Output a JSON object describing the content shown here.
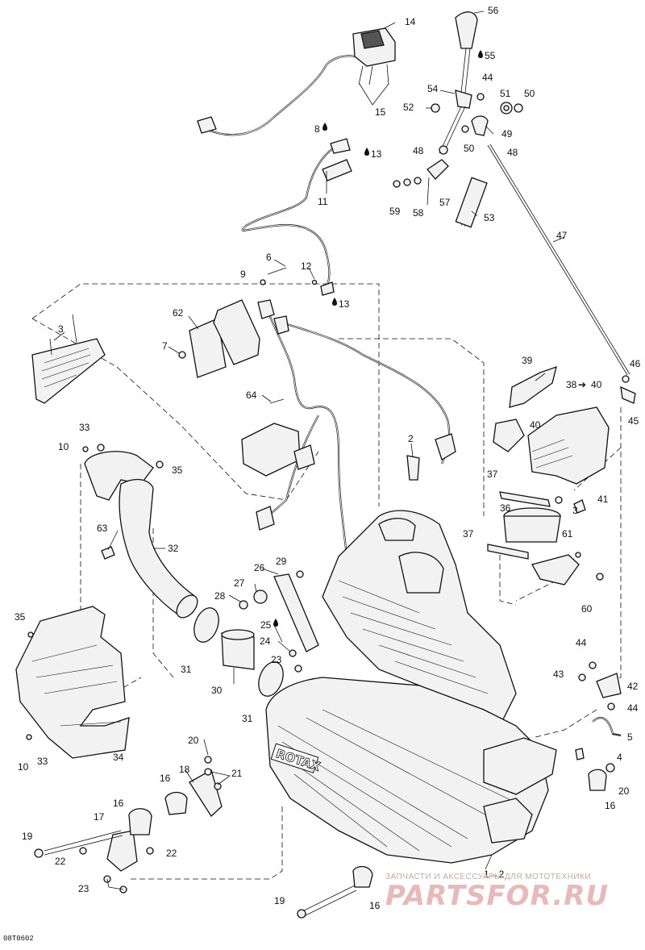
{
  "drawing_code": "08T0602",
  "engine_brand": "ROTAX",
  "callouts": {
    "c56": "56",
    "c55": "55",
    "c14": "14",
    "c15": "15",
    "c54": "54",
    "c44a": "44",
    "c52": "52",
    "c51": "51",
    "c50a": "50",
    "c49": "49",
    "c50b": "50",
    "c48a": "48",
    "c48b": "48",
    "c8": "8",
    "c13a": "13",
    "c11": "11",
    "c59": "59",
    "c58": "58",
    "c57": "57",
    "c53": "53",
    "c47": "47",
    "c6": "6",
    "c9": "9",
    "c12": "12",
    "c13b": "13",
    "c3a": "3",
    "c62": "62",
    "c7": "7",
    "c64": "64",
    "c39": "39",
    "c38": "38",
    "c40a": "40",
    "c46": "46",
    "c45": "45",
    "c40b": "40",
    "c33a": "33",
    "c10a": "10",
    "c35a": "35",
    "c2": "2",
    "c37a": "37",
    "c3b": "3",
    "c41": "41",
    "c36": "36",
    "c63": "63",
    "c32": "32",
    "c37b": "37",
    "c61": "61",
    "c26": "26",
    "c29": "29",
    "c27": "27",
    "c28": "28",
    "c60": "60",
    "c35b": "35",
    "c25": "25",
    "c24": "24",
    "c44b": "44",
    "c43": "43",
    "c42": "42",
    "c31a": "31",
    "c30": "30",
    "c23": "23",
    "c31b": "31",
    "c44c": "44",
    "c5": "5",
    "c20a": "20",
    "c4": "4",
    "c10b": "10",
    "c33b": "33",
    "c34": "34",
    "c18": "18",
    "c21": "21",
    "c16a": "16",
    "c20b": "20",
    "c16b": "16",
    "c16c": "16",
    "c17": "17",
    "c19a": "19",
    "c22a": "22",
    "c22b": "22",
    "c23b": "23",
    "c1to2": "1→2",
    "c19b": "19",
    "c16d": "16"
  },
  "arrow_callouts": {
    "c38_to": "40"
  },
  "watermark": {
    "caption": "ЗАПЧАСТИ И АКСЕССУАРЫ ДЛЯ МОТОТЕХНИКИ",
    "logo": "PARTSFOR.RU"
  },
  "colors": {
    "ink": "#111111",
    "paper": "#ffffff",
    "watermark": "#e9b8b8"
  }
}
